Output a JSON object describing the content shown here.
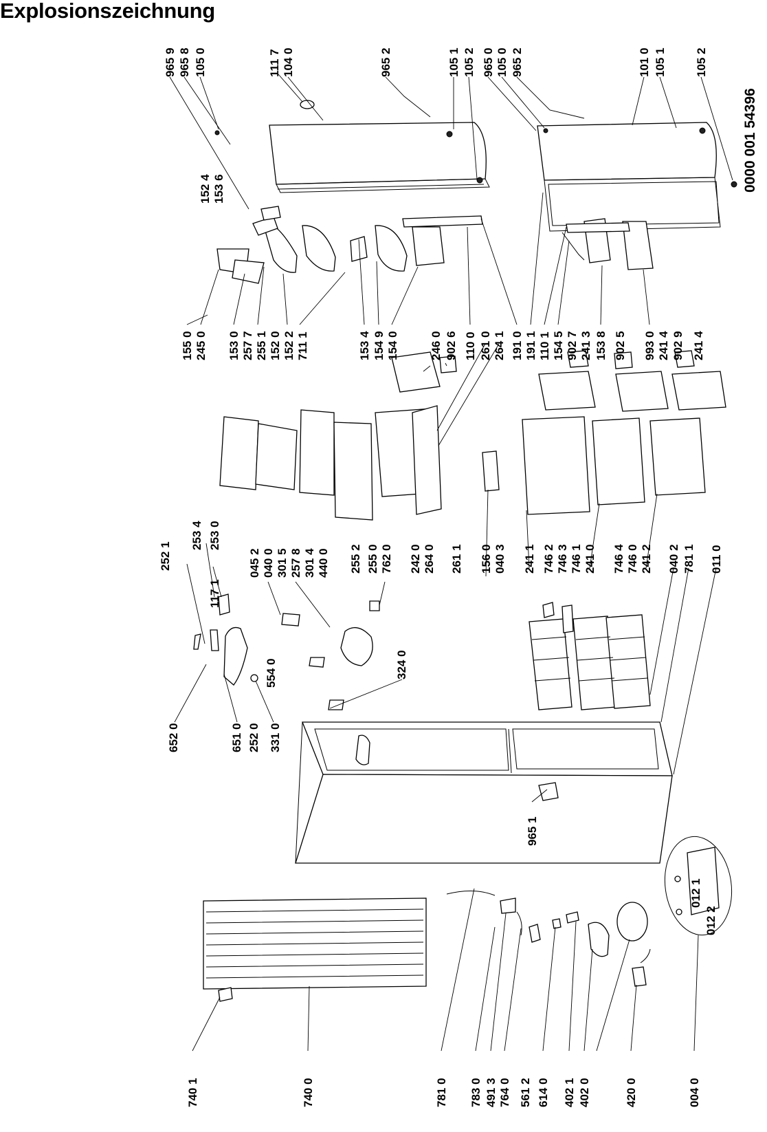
{
  "title": "Explosionszeichnung",
  "document_number": "0000 001 54396",
  "part_numbers": {
    "p9659": "965 9",
    "p9658": "965 8",
    "p1050": "105 0",
    "p1117": "111 7",
    "p1040": "104 0",
    "p9652": "965 2",
    "p1051": "105 1",
    "p1052": "105 2",
    "p9650": "965 0",
    "p1010": "101 0",
    "p1524": "152 4",
    "p1536": "153 6",
    "p1550": "155 0",
    "p2450": "245 0",
    "p1530": "153 0",
    "p2577": "257 7",
    "p2551": "255 1",
    "p1520": "152 0",
    "p1522": "152 2",
    "p7111": "711 1",
    "p1534": "153 4",
    "p1549": "154 9",
    "p1540": "154 0",
    "p2460": "246 0",
    "p9026": "902 6",
    "p1100": "110 0",
    "p2610": "261 0",
    "p2641": "264 1",
    "p1910": "191 0",
    "p1911": "191 1",
    "p1101": "110 1",
    "p1545": "154 5",
    "p9027": "902 7",
    "p2413": "241 3",
    "p1538": "153 8",
    "p9025": "902 5",
    "p9930": "993 0",
    "p2414": "241 4",
    "p9029": "902 9",
    "p2521": "252 1",
    "p2534": "253 4",
    "p2530": "253 0",
    "p1171": "117 1",
    "p5540": "554 0",
    "p6520": "652 0",
    "p6510": "651 0",
    "p2520": "252 0",
    "p3310": "331 0",
    "p0452": "045 2",
    "p0400": "040 0",
    "p3015": "301 5",
    "p2578": "257 8",
    "p3014": "301 4",
    "p4400": "440 0",
    "p3240": "324 0",
    "p2552": "255 2",
    "p2550": "255 0",
    "p7620": "762 0",
    "p2420": "242 0",
    "p2640": "264 0",
    "p2611": "261 1",
    "p1560": "156 0",
    "p0403": "040 3",
    "p2411": "241 1",
    "p7462": "746 2",
    "p7463": "746 3",
    "p7461": "746 1",
    "p2410": "241 0",
    "p7464": "746 4",
    "p7460": "746 0",
    "p2412": "241 2",
    "p0402": "040 2",
    "p7811": "781 1",
    "p0110": "011 0",
    "p9651": "965 1",
    "p7401": "740 1",
    "p7400": "740 0",
    "p7810": "781 0",
    "p7830": "783 0",
    "p4913": "491 3",
    "p7640": "764 0",
    "p5612": "561 2",
    "p6140": "614 0",
    "p4021": "402 1",
    "p4020": "402 0",
    "p4200": "420 0",
    "p0040": "004 0",
    "p0121": "012 1",
    "p0122": "012 2"
  }
}
